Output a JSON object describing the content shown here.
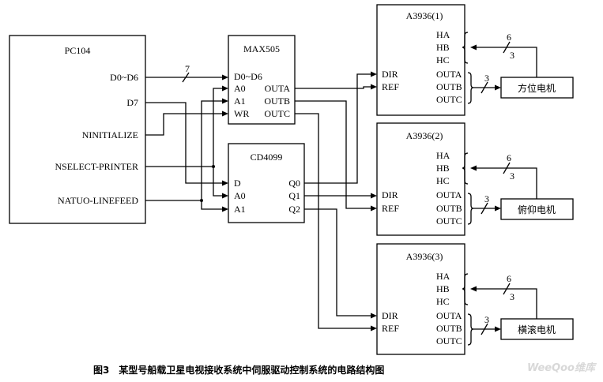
{
  "caption": "图3　某型号船载卫星电视接收系统中伺服驱动控制系统的电路结构图",
  "watermark": "WeeQoo维库",
  "blocks": {
    "pc104": {
      "title": "PC104",
      "pins": [
        "D0~D6",
        "D7",
        "NINITIALIZE",
        "NSELECT-PRINTER",
        "NATUO-LINEFEED"
      ]
    },
    "max505": {
      "title": "MAX505",
      "left_pins": [
        "D0~D6",
        "A0",
        "A1",
        "WR"
      ],
      "right_pins": [
        "OUTA",
        "OUTB",
        "OUTC"
      ]
    },
    "cd4099": {
      "title": "CD4099",
      "left_pins": [
        "D",
        "A0",
        "A1"
      ],
      "right_pins": [
        "Q0",
        "Q1",
        "Q2"
      ]
    },
    "a3936": [
      {
        "title": "A3936(1)",
        "motor": "方位电机"
      },
      {
        "title": "A3936(2)",
        "motor": "俯仰电机"
      },
      {
        "title": "A3936(3)",
        "motor": "横滚电机"
      }
    ],
    "a3936_pins": {
      "hall": [
        "HA",
        "HB",
        "HC"
      ],
      "inputs": [
        "DIR",
        "REF"
      ],
      "outputs": [
        "OUTA",
        "OUTB",
        "OUTC"
      ]
    }
  },
  "bus_widths": {
    "data_bus": "7",
    "hall_bus": "6",
    "hall_sub": "3",
    "out_bus": "3"
  }
}
